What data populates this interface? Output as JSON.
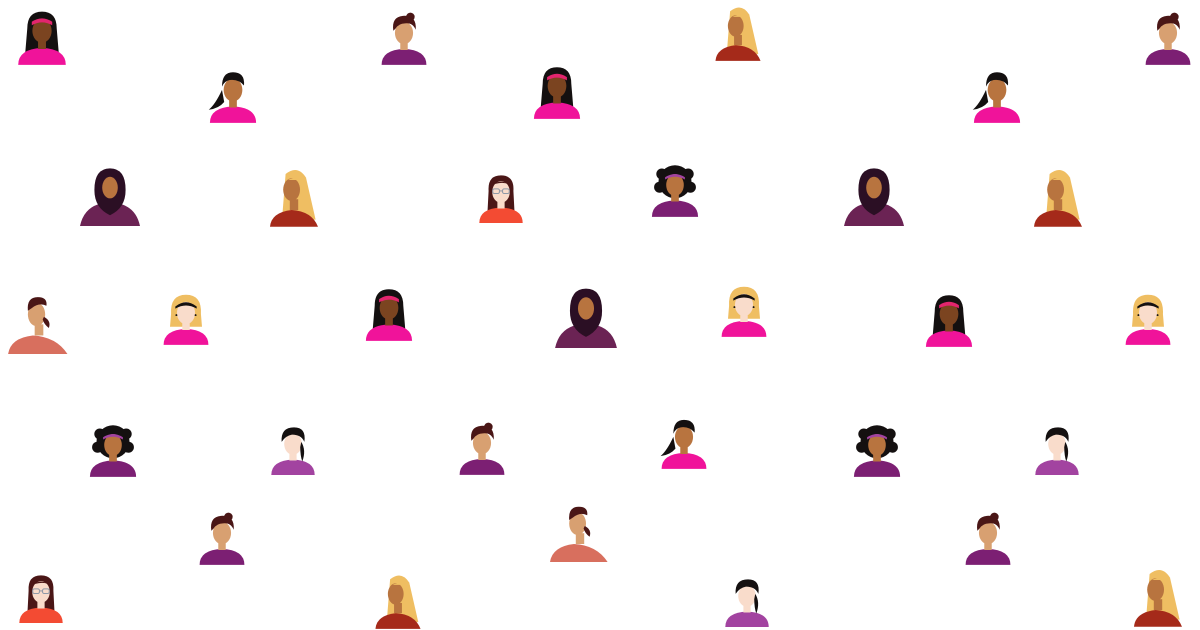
{
  "canvas": {
    "background": "#ffffff"
  },
  "palette": {
    "skin_light": "#f9dccb",
    "skin_tan": "#d8a071",
    "skin_brown": "#b8743f",
    "skin_dark": "#7b4420",
    "hair_black": "#141010",
    "hair_dark_brown": "#4a1616",
    "hair_blonde": "#efbe62",
    "shirt_pink": "#f0139a",
    "shirt_purple": "#7c1f73",
    "shirt_red": "#a52a1a",
    "shirt_coral": "#d86f5e",
    "shirt_orange_red": "#f34b33",
    "shirt_orchid": "#a243a0",
    "headband_pink": "#e3256e",
    "hijab_dark": "#2b0f24",
    "hijab_plum": "#6b2354",
    "glasses": "#8f9aa8"
  },
  "avatar_types": [
    "long-black-hair-headband-woman",
    "short-brown-hair-woman",
    "blonde-side-profile-woman",
    "ponytail-black-hair-woman",
    "hijab-woman",
    "glasses-woman",
    "curly-afro-headband-woman",
    "bun-side-profile-woman",
    "blonde-bob-woman",
    "braid-light-skin-woman"
  ],
  "avatars": [
    {
      "type": "long-black-hair-headband-woman"
    },
    {
      "type": "short-brown-hair-woman"
    },
    {
      "type": "blonde-side-profile-woman"
    },
    {
      "type": "short-brown-hair-woman"
    },
    {
      "type": "ponytail-black-hair-woman"
    },
    {
      "type": "long-black-hair-headband-woman"
    },
    {
      "type": "ponytail-black-hair-woman"
    },
    {
      "type": "hijab-woman"
    },
    {
      "type": "blonde-side-profile-woman"
    },
    {
      "type": "glasses-woman"
    },
    {
      "type": "curly-afro-headband-woman"
    },
    {
      "type": "hijab-woman"
    },
    {
      "type": "blonde-side-profile-woman"
    },
    {
      "type": "bun-side-profile-woman"
    },
    {
      "type": "blonde-bob-woman"
    },
    {
      "type": "long-black-hair-headband-woman"
    },
    {
      "type": "hijab-woman"
    },
    {
      "type": "blonde-bob-woman"
    },
    {
      "type": "long-black-hair-headband-woman"
    },
    {
      "type": "blonde-bob-woman"
    },
    {
      "type": "curly-afro-headband-woman"
    },
    {
      "type": "braid-light-skin-woman"
    },
    {
      "type": "short-brown-hair-woman"
    },
    {
      "type": "ponytail-black-hair-woman"
    },
    {
      "type": "curly-afro-headband-woman"
    },
    {
      "type": "braid-light-skin-woman"
    },
    {
      "type": "short-brown-hair-woman"
    },
    {
      "type": "bun-side-profile-woman"
    },
    {
      "type": "short-brown-hair-woman"
    },
    {
      "type": "glasses-woman"
    },
    {
      "type": "blonde-side-profile-woman"
    },
    {
      "type": "braid-light-skin-woman"
    },
    {
      "type": "blonde-side-profile-woman"
    }
  ]
}
